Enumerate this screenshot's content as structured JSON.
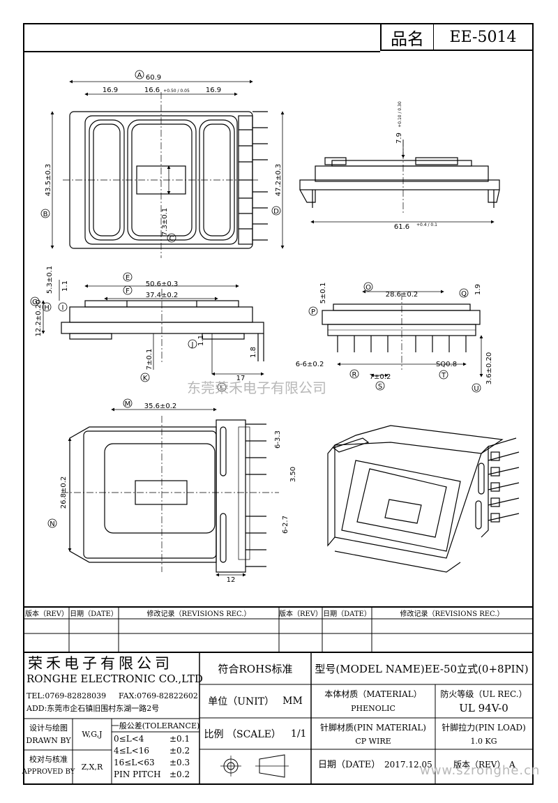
{
  "header": {
    "name_label": "品名",
    "model": "EE-5014"
  },
  "dims": {
    "A": "A",
    "B": "B",
    "C": "C",
    "D": "D",
    "E": "E",
    "F": "F",
    "G": "G",
    "H": "H",
    "I": "I",
    "J": "J",
    "K": "K",
    "L": "L",
    "M": "M",
    "N": "N",
    "O": "O",
    "P": "P",
    "Q": "Q",
    "R": "R",
    "S": "S",
    "T": "T",
    "U": "U",
    "a_val": "60.9",
    "a1": "16.9",
    "a2": "16.6",
    "a2_tol": "+0.50 / 0.05",
    "a3": "16.9",
    "b_val": "43.5±0.3",
    "c_val": "7.3±0.1",
    "d_val": "47.2±0.3",
    "side_h": "7.9",
    "side_h_tol": "+0.10 / 0.30",
    "side_w": "61.6",
    "side_w_tol": "+0.4 / 0.1",
    "e_val": "50.6±0.3",
    "f_val": "37.4±0.2",
    "g_val": "5.3±0.1",
    "h_val": "1.1",
    "h2_val": "12.2±0.20",
    "j_val": "1.1",
    "k_val": "7±0.1",
    "l_val": "1.8",
    "l2_val": "17",
    "o_val": "28.6±0.2",
    "p_val": "5±0.1",
    "q_val": "1.9",
    "pin_pitch": "6-6±0.2",
    "s_val": "7±0.2",
    "sq_val": "SQ0.8",
    "u_val": "3.6±0.20",
    "m_val": "35.6±0.2",
    "n_val": "26.8±0.2",
    "r1": "6-3.3",
    "r2": "3.50",
    "r3": "6-2.7",
    "r4": "12"
  },
  "watermark_cn": "东莞荣禾电子有限公司",
  "watermark_url": "www.szronghe.cn",
  "rev_table": {
    "col_rev": "版本（REV）",
    "col_date": "日期（DATE）",
    "col_rec": "修改记录（REVISIONS REC.）"
  },
  "title_block": {
    "company_cn": "荣禾电子有限公司",
    "company_en": "RONGHE ELECTRONIC CO.,LTD",
    "tel": "TEL:0769-82828039",
    "fax": "FAX:0769-82822602",
    "addr": "ADD:东莞市企石镇旧围村东湖一路2号",
    "rohs": "符合ROHS标准",
    "model_label": "型号(MODEL NAME)",
    "model_value": "EE-50立式(0+8PIN)",
    "unit_label": "单位（UNIT）",
    "unit_value": "MM",
    "material_label": "本体材质（MATERIAL）",
    "material_value": "PHENOLIC",
    "fire_label": "防火等级（UL REC.）",
    "fire_value": "UL 94V-0",
    "scale_label": "比例 （SCALE）",
    "scale_value": "1/1",
    "pin_mat_label": "针脚材质(PIN MATERIAL)",
    "pin_mat_value": "CP WIRE",
    "pin_load_label": "针脚拉力(PIN LOAD)",
    "pin_load_value": "1.0 KG",
    "design_label": "设计与绘图",
    "drawn_label": "DRAWN BY",
    "drawn_value": "W,G,J",
    "check_label": "校对与核准",
    "approved_label": "APPROVED BY",
    "approved_value": "Z,X,R",
    "tol_title": "一般公差(TOLERANCE)",
    "tol": [
      {
        "range": "0≤L<4",
        "value": "±0.1"
      },
      {
        "range": "4≤L<16",
        "value": "±0.2"
      },
      {
        "range": "16≤L<63",
        "value": "±0.3"
      },
      {
        "range": "PIN PITCH",
        "value": "±0.2"
      }
    ],
    "date_label": "日期（DATE）",
    "date_value": "2017.12.05",
    "version_label": "版本（REV）",
    "version_value": "A"
  }
}
